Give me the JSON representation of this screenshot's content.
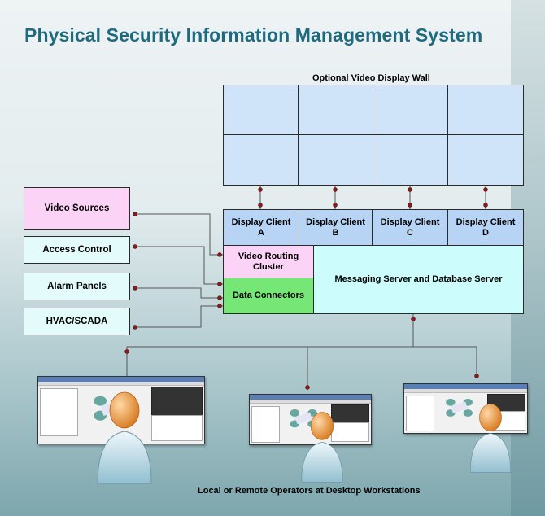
{
  "title": "Physical Security Information Management System",
  "wall_caption": "Optional Video Display Wall",
  "sources": [
    "Video Sources",
    "Access Control",
    "Alarm Panels",
    "HVAC/SCADA"
  ],
  "clients": [
    {
      "line1": "Display Client",
      "line2": "A"
    },
    {
      "line1": "Display Client",
      "line2": "B"
    },
    {
      "line1": "Display Client",
      "line2": "C"
    },
    {
      "line1": "Display Client",
      "line2": "D"
    }
  ],
  "video_routing": "Video Routing Cluster",
  "data_connectors": "Data Connectors",
  "messaging": "Messaging Server and Database Server",
  "operators_caption": "Local or Remote Operators at Desktop Workstations",
  "colors": {
    "title": "#1e6b7f",
    "source_fill": "#e3fbfb",
    "video_source_fill": "#fbd3f6",
    "wall_fill": "#cfe3f9",
    "client_fill": "#b7d4f4",
    "routing_fill": "#fbd3f6",
    "connectors_fill": "#76e676",
    "messaging_fill": "#ccfcfc",
    "wire": "#8b1a1a"
  }
}
